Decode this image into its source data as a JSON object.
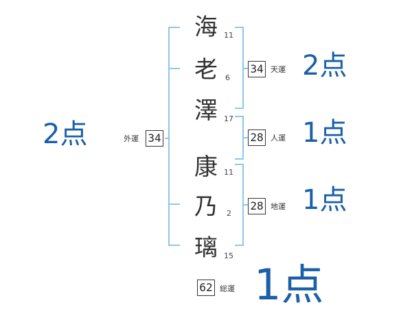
{
  "name_chars": [
    {
      "char": "海",
      "strokes": "11"
    },
    {
      "char": "老",
      "strokes": "6"
    },
    {
      "char": "澤",
      "strokes": "17"
    },
    {
      "char": "康",
      "strokes": "11"
    },
    {
      "char": "乃",
      "strokes": "2"
    },
    {
      "char": "璃",
      "strokes": "15"
    }
  ],
  "fortunes": {
    "ten": {
      "label": "天運",
      "value": "34",
      "score": "2点"
    },
    "jin": {
      "label": "人運",
      "value": "28",
      "score": "1点"
    },
    "chi": {
      "label": "地運",
      "value": "28",
      "score": "1点"
    },
    "gai": {
      "label": "外運",
      "value": "34",
      "score": "2点"
    },
    "so": {
      "label": "総運",
      "value": "62",
      "score": "1点"
    }
  },
  "colors": {
    "bracket": "#8cc8e8",
    "score": "#1a5fa8"
  }
}
